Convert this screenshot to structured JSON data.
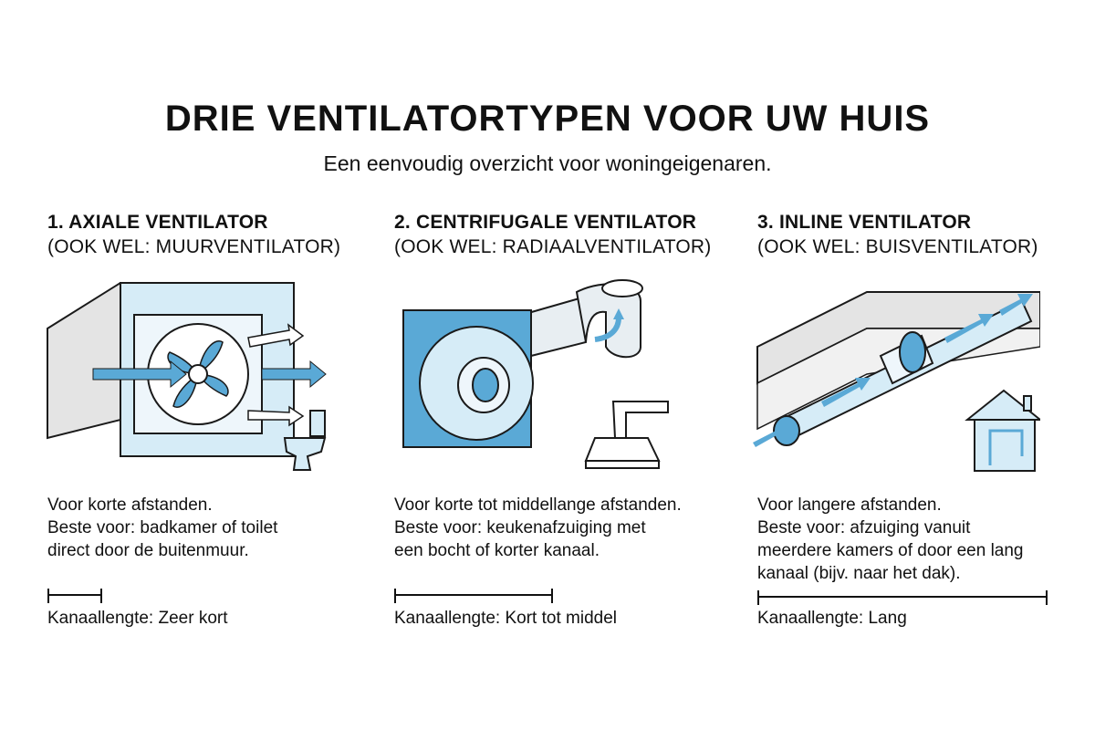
{
  "title": "DRIE VENTILATORTYPEN VOOR UW HUIS",
  "subtitle": "Een eenvoudig overzicht voor woningeigenaren.",
  "colors": {
    "accent": "#5aa9d6",
    "light_blue": "#d6ecf7",
    "outline": "#1a1a1a",
    "wall_gray": "#e4e4e4"
  },
  "columns": [
    {
      "heading": "1. AXIALE VENTILATOR",
      "alias": "(OOK WEL: MUURVENTILATOR)",
      "icon": "wall-fan-with-toilet",
      "desc_lines": [
        "Voor korte afstanden.",
        "Beste voor: badkamer of toilet",
        "direct door de buitenmuur."
      ],
      "length_label": "Kanaallengte: Zeer kort",
      "duct_length_level": "zeer kort"
    },
    {
      "heading": "2. CENTRIFUGALE VENTILATOR",
      "alias": "(OOK WEL: RADIAALVENTILATOR)",
      "icon": "blower-fan-with-range-hood",
      "desc_lines": [
        "Voor korte tot middellange afstanden.",
        "Beste voor: keukenafzuiging met",
        "een bocht of korter kanaal."
      ],
      "length_label": "Kanaallengte: Kort tot middel",
      "duct_length_level": "kort tot middel"
    },
    {
      "heading": "3. INLINE VENTILATOR",
      "alias": "(OOK WEL: BUISVENTILATOR)",
      "icon": "inline-duct-fan-with-house",
      "desc_lines": [
        "Voor langere afstanden.",
        "Beste voor: afzuiging vanuit",
        "meerdere kamers of door een lang",
        "kanaal (bijv. naar het dak)."
      ],
      "length_label": "Kanaallengte: Lang",
      "duct_length_level": "lang"
    }
  ]
}
